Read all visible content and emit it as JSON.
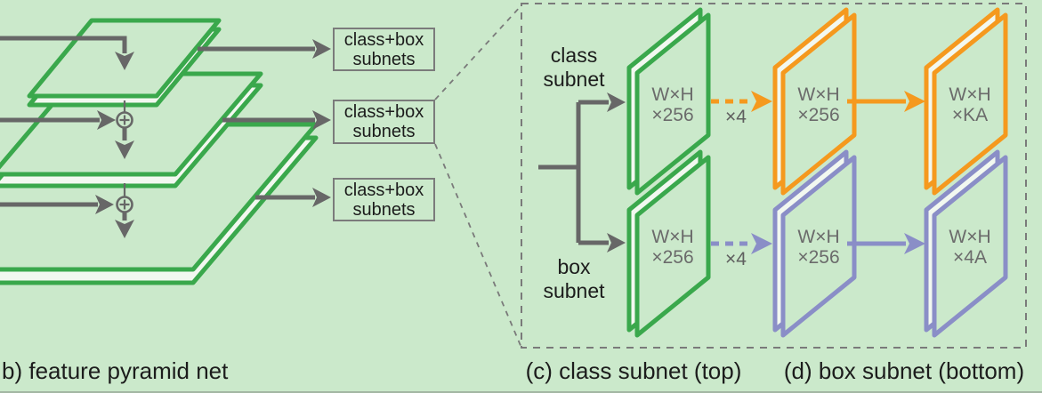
{
  "figure": {
    "pyramid": {
      "caption": "b) feature pyramid net",
      "subnet_boxes": [
        {
          "line1": "class+box",
          "line2": "subnets"
        },
        {
          "line1": "class+box",
          "line2": "subnets"
        },
        {
          "line1": "class+box",
          "line2": "subnets"
        }
      ]
    },
    "detail": {
      "class_subnet_label": {
        "line1": "class",
        "line2": "subnet"
      },
      "box_subnet_label": {
        "line1": "box",
        "line2": "subnet"
      },
      "class_row": {
        "conv_feature": {
          "line1": "W×H",
          "line2": "×256"
        },
        "repeat": "×4",
        "mid_feature": {
          "line1": "W×H",
          "line2": "×256"
        },
        "out_feature": {
          "line1": "W×H",
          "line2": "×KA"
        }
      },
      "box_row": {
        "conv_feature": {
          "line1": "W×H",
          "line2": "×256"
        },
        "repeat": "×4",
        "mid_feature": {
          "line1": "W×H",
          "line2": "×256"
        },
        "out_feature": {
          "line1": "W×H",
          "line2": "×4A"
        }
      },
      "caption_class": "(c) class subnet (top)",
      "caption_box": "(d) box subnet (bottom)"
    },
    "colors": {
      "background": "#cbe9cb",
      "slab_green": "#3aa84c",
      "subnet_orange": "#f5991e",
      "subnet_purple": "#8a8ec7",
      "arrow_gray": "#676767",
      "feature_text_gray": "#6b6b6b",
      "box_border_gray": "#7b7b7b",
      "text_black": "#1c1c1c"
    }
  }
}
